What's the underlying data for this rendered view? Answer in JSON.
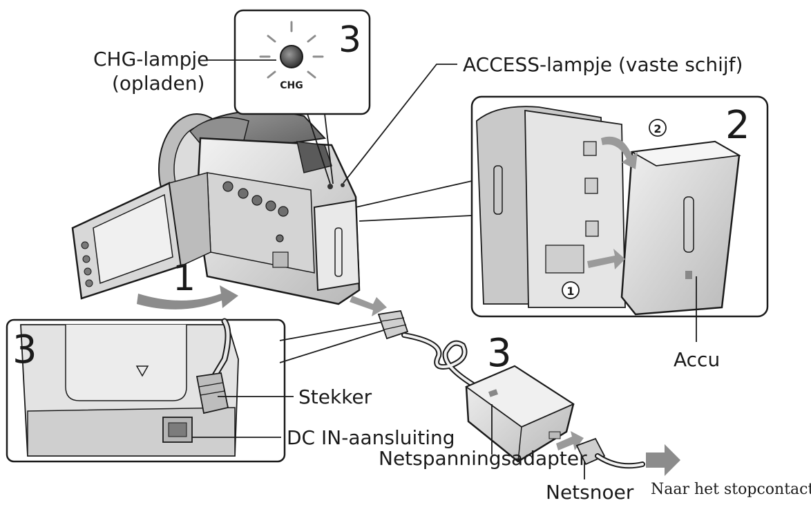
{
  "labels": {
    "chg_lamp_line1": "CHG-lampje",
    "chg_lamp_line2": "(opladen)",
    "chg_text": "CHG",
    "access_lamp": "ACCESS-lampje (vaste schijf)",
    "accu": "Accu",
    "stekker": "Stekker",
    "dc_in": "DC IN-aansluiting",
    "netspanningsadapter": "Netspanningsadapter",
    "netsnoer": "Netsnoer",
    "naar_stopcontact": "Naar het stopcontact"
  },
  "steps": {
    "step_1": "1",
    "step_2": "2",
    "step_3_callout": "3",
    "step_3_inset": "3",
    "step_3_adapter": "3",
    "circle_1": "1",
    "circle_2": "2"
  },
  "colors": {
    "line": "#1a1a1a",
    "body_light": "#e6e6e6",
    "body_mid": "#c4c4c4",
    "body_dark": "#8a8a8a",
    "arrow_gray": "#8c8c8c"
  }
}
